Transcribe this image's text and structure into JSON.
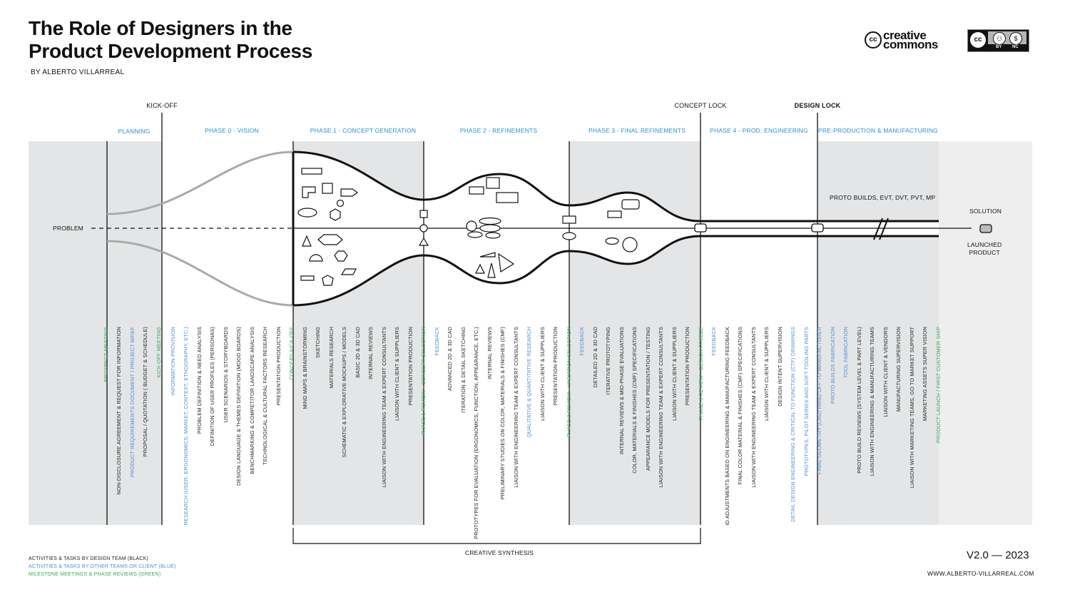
{
  "header": {
    "title": "The Role of Designers in the\nProduct Development Process",
    "byline": "BY ALBERTO VILLARREAL"
  },
  "logo": {
    "cc_symbol": "cc",
    "cc_word_1": "creative",
    "cc_word_2": "commons",
    "badge_left": "cc",
    "badge_by": "BY",
    "badge_nc": "NC"
  },
  "milestones": {
    "kickoff": "KICK-OFF",
    "concept_lock": "CONCEPT LOCK",
    "design_lock": "DESIGN LOCK"
  },
  "phases": [
    "PLANNING",
    "PHASE 0 - VISION",
    "PHASE 1 - CONCEPT GENERATION",
    "PHASE 2 - REFINEMENTS",
    "PHASE 3 - FINAL REFINEMENTS",
    "PHASE 4 - PROD. ENGINEERING",
    "PRE-PRODUCTION & MANUFACTURING"
  ],
  "labels": {
    "problem": "PROBLEM",
    "solution": "SOLUTION",
    "launched": "LAUNCHED\nPRODUCT",
    "proto_builds": "PROTO BUILDS, EVT, DVT, PVT, MP",
    "creative_synthesis": "CREATIVE SYNTHESIS"
  },
  "tasks": [
    {
      "text": "PROSPECT MEETING",
      "color": "green"
    },
    {
      "text": "NON-DISCLOSURE AGREEMENT & REQUEST FOR INFORMATION",
      "color": "black"
    },
    {
      "text": "PRODUCT REQUIREMENTS DOCUMENT / PROJECT BRIEF",
      "color": "blue"
    },
    {
      "text": "PROPOSAL / QUOTATION ( BUDGET & SCHEDULE)",
      "color": "black"
    },
    {
      "text": "KICK-OFF MEETING",
      "color": "green"
    },
    {
      "text": "INFORMATION PROVISION",
      "color": "blue"
    },
    {
      "text": "RESEARCH (USER, ERGONOMICS, MARKET, CONTEXT, ETNOGRAPHY, ETC.)",
      "color": "blue"
    },
    {
      "text": "PROBLEM DEFINITION & NEED ANALYSIS",
      "color": "black"
    },
    {
      "text": "DEFINITION OF USER PROFILES (PERSONAS)",
      "color": "black"
    },
    {
      "text": "USER SCENARIOS & STORYBOARDS",
      "color": "black"
    },
    {
      "text": "DESIGN LANGUAGE & THEMES DEFINITION (MOOD BOARDS)",
      "color": "black"
    },
    {
      "text": "BENCHMARKING & COMPETITOR LANDSCAPE ANALYSIS",
      "color": "black"
    },
    {
      "text": "TECHNOLOGICAL & CULTURAL FACTORS RESEARCH",
      "color": "black"
    },
    {
      "text": "PRESENTATION PRODUCTION",
      "color": "black"
    },
    {
      "text": "CONCEPS KICK-OFF",
      "color": "green"
    },
    {
      "text": "MIND MAPS & BRAINSTORMING",
      "color": "black"
    },
    {
      "text": "SKETCHING",
      "color": "black"
    },
    {
      "text": "MATERIALS RESEARCH",
      "color": "black"
    },
    {
      "text": "SCHEMATIC & EXPLORATIVE MOCKUPS / MODELS",
      "color": "black"
    },
    {
      "text": "BASIC 2D & 3D CAD",
      "color": "black"
    },
    {
      "text": "INTERNAL REVIEWS",
      "color": "black"
    },
    {
      "text": "LIAISON WITH ENGINEERING TEAM & EXPERT CONSULTANTS",
      "color": "black"
    },
    {
      "text": "LIAISON WITH CLIENT & SUPPLIERS",
      "color": "black"
    },
    {
      "text": "PRESENTATION PRODUCTION",
      "color": "black"
    },
    {
      "text": "PHASE 1 REVIEW - CONCEPT SELECTION",
      "color": "green"
    },
    {
      "text": "FEEDBACK",
      "color": "blue"
    },
    {
      "text": "ADVANCED 2D & 3D CAD",
      "color": "black"
    },
    {
      "text": "ITERATION & DETAIL SKETCHING",
      "color": "black"
    },
    {
      "text": "PROTOTYPES FOR EVALUATION (ERGONOMICS, FUNCTION, APPEARANCE, ETC.)",
      "color": "black"
    },
    {
      "text": "INTERNAL REVIEWS",
      "color": "black"
    },
    {
      "text": "PRELIMINARY STUDIES ON COLOR, MATERIALS & FINISHES (CMF)",
      "color": "black"
    },
    {
      "text": "LIAISON WITH ENGINEERING TEAM & EXPERT CONSULTANTS",
      "color": "black"
    },
    {
      "text": "QUALITATIVE & QUANTITATIVE RESEARCH",
      "color": "blue"
    },
    {
      "text": "LIAISON WITH CLIENT & SUPPLIERS",
      "color": "black"
    },
    {
      "text": "PRESENTATION PRODUCTION",
      "color": "black"
    },
    {
      "text": "PHASE 2 REVIEW - VARIATION SELECTION",
      "color": "green"
    },
    {
      "text": "FEEDBACK",
      "color": "blue"
    },
    {
      "text": "DETAILED 2D & 3D CAD",
      "color": "black"
    },
    {
      "text": "ITERATIVE PROTOTYPING",
      "color": "black"
    },
    {
      "text": "INTERNAL REVIEWS & MID-PHASE EVALUATIONS",
      "color": "black"
    },
    {
      "text": "COLOR, MATERIALS & FINISHES (CMF) SPECIFICATIONS",
      "color": "black"
    },
    {
      "text": "APPEARANCE MODELS FOR PRESENTATION / TESTING",
      "color": "black"
    },
    {
      "text": "LIAISON WITH ENGINEERING TEAM & EXPERT CONSULTANTS",
      "color": "black"
    },
    {
      "text": "LIAISON WITH CLIENT & SUPPLIERS",
      "color": "black"
    },
    {
      "text": "PRESENTATION PRODUCTION",
      "color": "black"
    },
    {
      "text": "PHASE 3 REVIEW - DESIGN FREEZE",
      "color": "green"
    },
    {
      "text": "FEEDBACK",
      "color": "blue"
    },
    {
      "text": "ID ADJUSTMENTS BASED ON ENGINEERING & MANUFACTURING FEEDBACK",
      "color": "black"
    },
    {
      "text": "FINAL COLOR MATERIAL & FINISHES (CMF) SPECIFICATIONS",
      "color": "black"
    },
    {
      "text": "LIAISON WITH ENGINEERING TEAM & EXPERT CONSULTANTS",
      "color": "black"
    },
    {
      "text": "LIAISON WITH CLIENT & SUPPLIERS",
      "color": "black"
    },
    {
      "text": "DESIGN INTENT SUPERVISION",
      "color": "black"
    },
    {
      "text": "DETAIL DESIGN ENGINEERING & CRITICAL TO FUNCTION (CTF) DRAWINGS",
      "color": "blue"
    },
    {
      "text": "PROTOTYPES, PILOT SERIES AND SOFT TOOLING PARTS",
      "color": "blue"
    },
    {
      "text": "FINAL GEOMETRY (CAD) HAND OFF TO MANUFACTURER",
      "color": "blue"
    },
    {
      "text": "PROTO BUILDS FABRICATION",
      "color": "blue"
    },
    {
      "text": "TOOL FABRICATION",
      "color": "blue"
    },
    {
      "text": "PROTO BUILD REVIEWS (SYSTEM LEVEL & PART LEVEL)",
      "color": "black"
    },
    {
      "text": "LIAISON WITH ENGINEERING  & MANUFACTURING TEAMS",
      "color": "black"
    },
    {
      "text": "LIAISON WITH CLIENT & VENDORS",
      "color": "black"
    },
    {
      "text": "MANUFACTURING SUPERVISION",
      "color": "black"
    },
    {
      "text": "LIAISON WITH MARKETING TEAMS, GO TO MARKET SUPPORT",
      "color": "black"
    },
    {
      "text": "MARKETING ASSETS SUPER VISION",
      "color": "black"
    },
    {
      "text": "PRODUCT LAUNCH / FIRST CUSTOMER SHIP",
      "color": "green"
    }
  ],
  "legend": [
    {
      "text": "ACTIVITIES & TASKS BY DESIGN TEAM (BLACK)",
      "color": "black"
    },
    {
      "text": "ACTIVITIES & TASKS BY OTHER TEAMS OR CLIENT (BLUE)",
      "color": "blue"
    },
    {
      "text": "MILESTONE MEETINGS & PHASE REVIEWS (GREEN)",
      "color": "green"
    }
  ],
  "footer": {
    "version": "V2.0 — 2023",
    "website": "WWW.ALBERTO-VILLARREAL.COM"
  },
  "colors": {
    "black": "#222222",
    "blue": "#4a8ed4",
    "green": "#3aa856",
    "phase_text": "#2b8fcf",
    "band_fill": "#e4e5e6"
  }
}
